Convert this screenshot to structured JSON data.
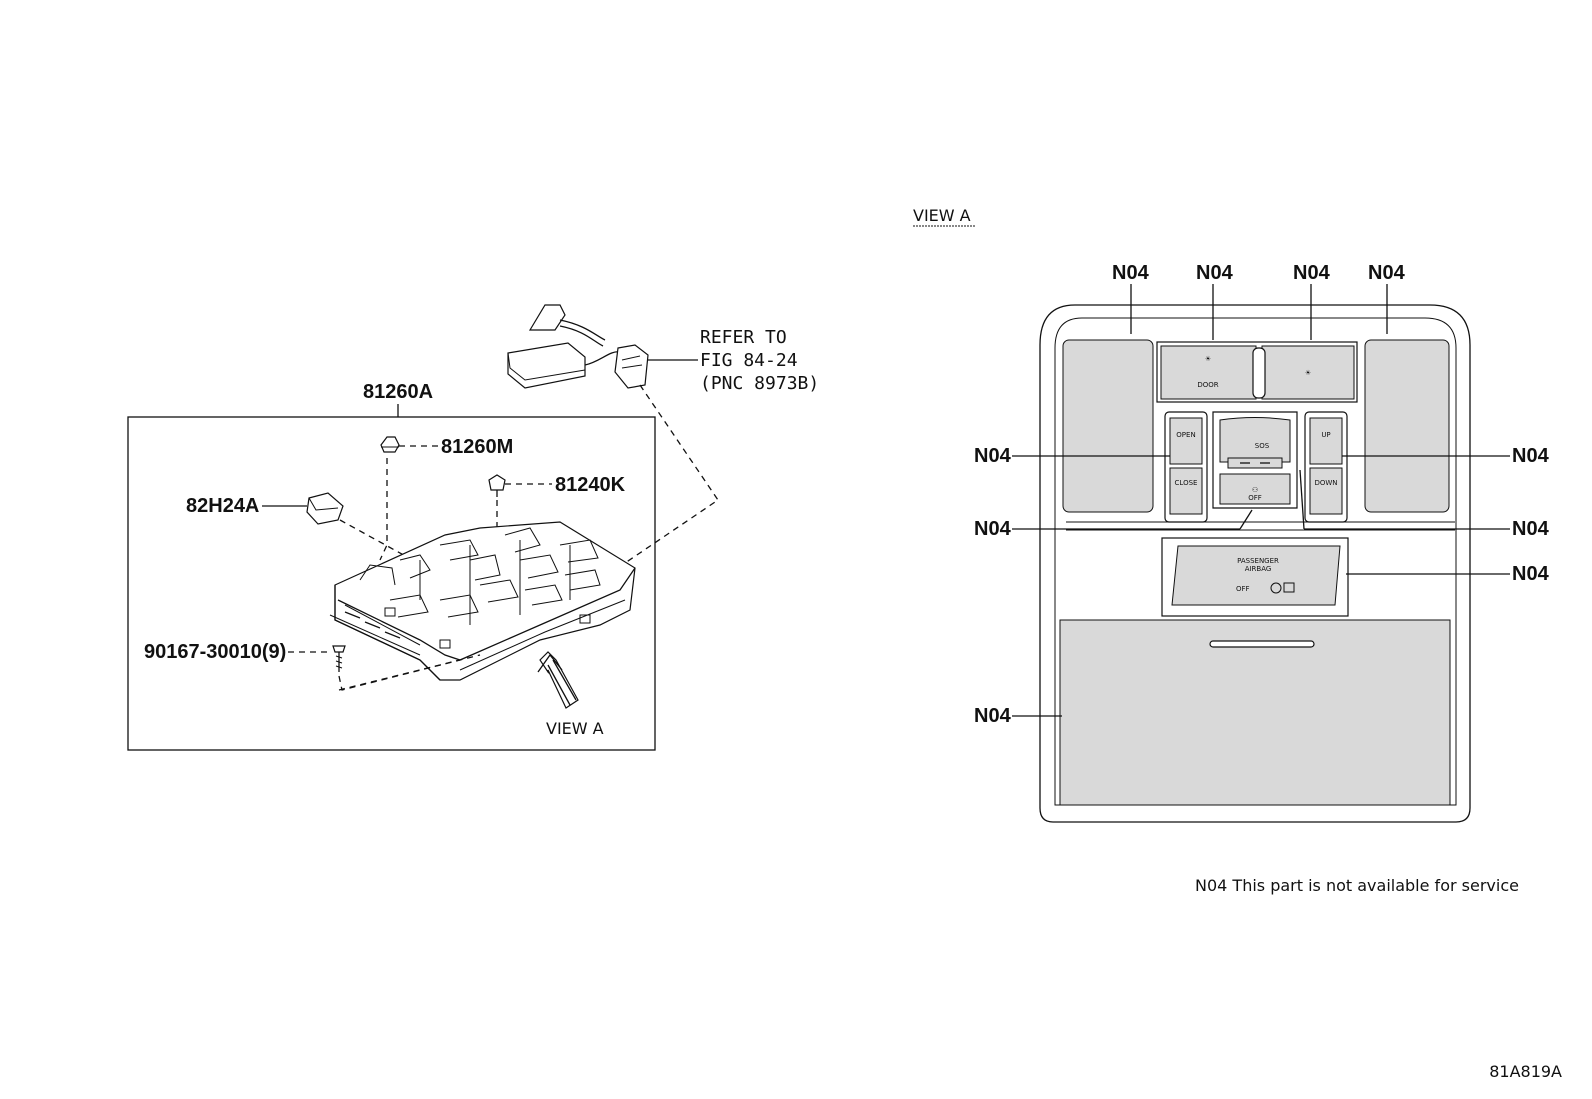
{
  "left_view": {
    "assembly_label": "81260A",
    "callouts": {
      "lens": "81260M",
      "clip": "81240K",
      "bracket": "82H24A",
      "screw": "90167-30010(9)"
    },
    "refer": {
      "line1": "REFER TO",
      "line2": "FIG 84-24",
      "line3": "(PNC 8973B)"
    },
    "view_arrow_label": "VIEW A"
  },
  "right_view": {
    "title": "VIEW A",
    "callout_code": "N04",
    "buttons": {
      "door": "DOOR",
      "open": "OPEN",
      "close": "CLOSE",
      "up": "UP",
      "down": "DOWN",
      "sos": "SOS",
      "off": "OFF",
      "passenger": "PASSENGER",
      "airbag": "AIRBAG",
      "airbag_off": "OFF"
    }
  },
  "footnote": "N04 This part is not available for service",
  "figure_code": "81A819A"
}
